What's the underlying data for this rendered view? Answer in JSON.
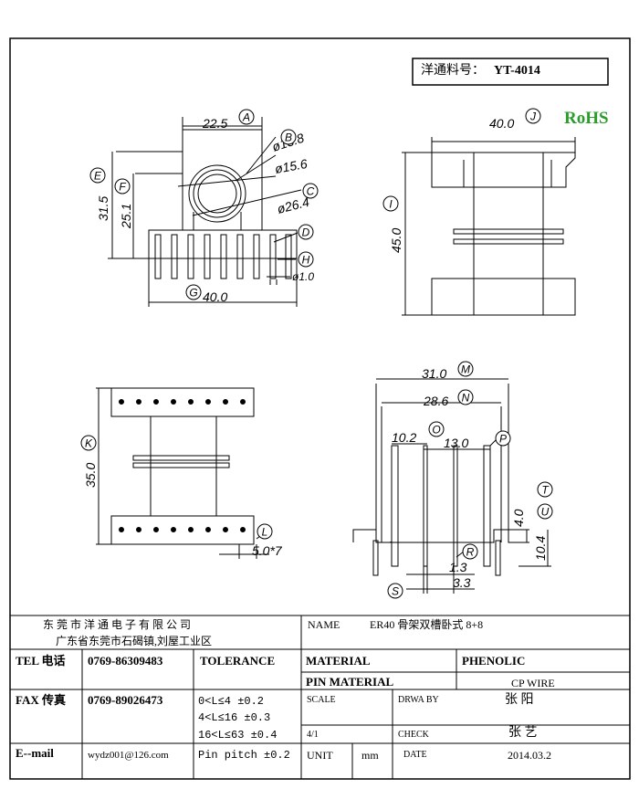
{
  "part_no": {
    "label": "洋通料号：",
    "value": "YT-4014"
  },
  "rohs": "RoHS",
  "dimensions": {
    "A": "22.5",
    "B": "ø13.8",
    "B2": "ø15.6",
    "C": "ø26.4",
    "E": "31.5",
    "F": "25.1",
    "H": "ø1.0",
    "G": "40.0",
    "J": "40.0",
    "I": "45.0",
    "K": "35.0",
    "L": "5.0*7",
    "M": "31.0",
    "N": "28.6",
    "O": "10.2",
    "P": "13.0",
    "T": "4.0",
    "U": "10.4",
    "R1": "1.3",
    "S": "3.3"
  },
  "letters": [
    "A",
    "B",
    "C",
    "D",
    "E",
    "F",
    "G",
    "H",
    "I",
    "J",
    "K",
    "L",
    "M",
    "N",
    "O",
    "P",
    "R",
    "S",
    "T",
    "U"
  ],
  "title_block": {
    "company": "东 莞 市 洋 通 电 子 有 限 公 司",
    "address": "广东省东莞市石碣镇,刘屋工业区",
    "name_label": "NAME",
    "name_value": "ER40 骨架双槽卧式 8+8",
    "tel_label": "TEL 电话",
    "tel_value": "0769-86309483",
    "tolerance_label": "TOLERANCE",
    "material_label": "MATERIAL",
    "material_value": "PHENOLIC",
    "pin_material_label": "PIN MATERIAL",
    "pin_material_value": "CP WIRE",
    "fax_label": "FAX 传真",
    "fax_value": "0769-89026473",
    "tol1": "0<L≤4   ±0.2",
    "tol2": "4<L≤16  ±0.3",
    "tol3": "16<L≤63 ±0.4",
    "tol4": "Pin pitch ±0.2",
    "scale_label": "SCALE",
    "scale_value": "4/1",
    "drawby_label": "DRWA BY",
    "drawby_value": "张  阳",
    "check_label": "CHECK",
    "check_value": "张  艺",
    "email_label": "E--mail",
    "email_value": "wydz001@126.com",
    "unit_label": "UNIT",
    "unit_value": "mm",
    "date_label": "DATE",
    "date_value": "2014.03.2"
  }
}
